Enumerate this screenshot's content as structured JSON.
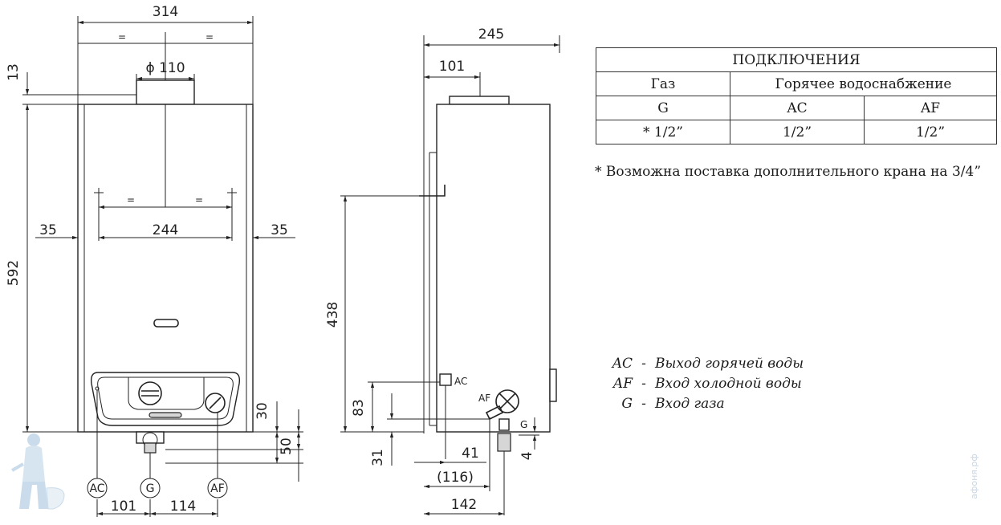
{
  "front_view": {
    "width_total": "314",
    "half_eq_left": "=",
    "half_eq_right": "=",
    "flue_diameter": "ϕ 110",
    "top_offset": "13",
    "height_total": "592",
    "bracket_eq_left": "=",
    "bracket_eq_right": "=",
    "margin_left": "35",
    "bracket_span": "244",
    "margin_right": "35",
    "conn_height_a": "30",
    "conn_height_b": "50",
    "dist_ac_g": "101",
    "dist_g_af": "114",
    "circle_ac": "AC",
    "circle_g": "G",
    "circle_af": "AF"
  },
  "side_view": {
    "depth_total": "245",
    "flue_offset": "101",
    "bracket_height": "438",
    "conn_height_83": "83",
    "conn_height_31": "31",
    "offset_41": "41",
    "offset_116": "(116)",
    "bottom_142": "142",
    "offset_4": "4",
    "label_ac": "AC",
    "label_af": "AF",
    "label_g": "G"
  },
  "connections_table": {
    "title": "ПОДКЛЮЧЕНИЯ",
    "gas_header": "Газ",
    "hot_water_header": "Горячее водоснабжение",
    "code_g": "G",
    "code_ac": "AC",
    "code_af": "AF",
    "size_g": "* 1/2”",
    "size_ac": "1/2”",
    "size_af": "1/2”"
  },
  "footnote": "* Возможна поставка дополнительного крана на 3/4”",
  "legend": [
    {
      "code": "AC",
      "sep": "-",
      "text": "Выход горячей воды"
    },
    {
      "code": "AF",
      "sep": "-",
      "text": "Вход холодной воды"
    },
    {
      "code": "G",
      "sep": "-",
      "text": "Вход газа"
    }
  ],
  "watermark": "афоня.рф"
}
